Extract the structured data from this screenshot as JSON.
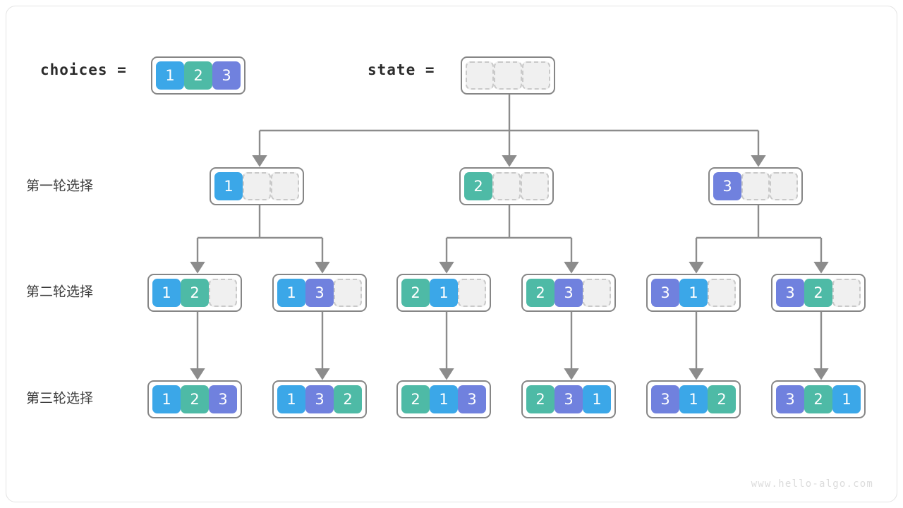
{
  "meta": {
    "watermark": "www.hello-algo.com",
    "colors": {
      "value_1": "#3BA7E8",
      "value_2": "#4EBAA6",
      "value_3": "#7081DE",
      "empty_cell": "#f0f0f0",
      "box_border": "#868686",
      "connector": "#8c8c8c",
      "frame": "#e3e3e3"
    }
  },
  "header": {
    "choices_label": "choices  =",
    "choices_values": [
      "1",
      "2",
      "3"
    ],
    "state_label": "state  =",
    "state_values": [
      "",
      "",
      ""
    ]
  },
  "rows": [
    {
      "label": "第一轮选择",
      "nodes": [
        {
          "values": [
            "1",
            "",
            ""
          ]
        },
        {
          "values": [
            "2",
            "",
            ""
          ]
        },
        {
          "values": [
            "3",
            "",
            ""
          ]
        }
      ]
    },
    {
      "label": "第二轮选择",
      "nodes": [
        {
          "values": [
            "1",
            "2",
            ""
          ]
        },
        {
          "values": [
            "1",
            "3",
            ""
          ]
        },
        {
          "values": [
            "2",
            "1",
            ""
          ]
        },
        {
          "values": [
            "2",
            "3",
            ""
          ]
        },
        {
          "values": [
            "3",
            "1",
            ""
          ]
        },
        {
          "values": [
            "3",
            "2",
            ""
          ]
        }
      ]
    },
    {
      "label": "第三轮选择",
      "nodes": [
        {
          "values": [
            "1",
            "2",
            "3"
          ]
        },
        {
          "values": [
            "1",
            "3",
            "2"
          ]
        },
        {
          "values": [
            "2",
            "1",
            "3"
          ]
        },
        {
          "values": [
            "2",
            "3",
            "1"
          ]
        },
        {
          "values": [
            "3",
            "1",
            "2"
          ]
        },
        {
          "values": [
            "3",
            "2",
            "1"
          ]
        }
      ]
    }
  ]
}
